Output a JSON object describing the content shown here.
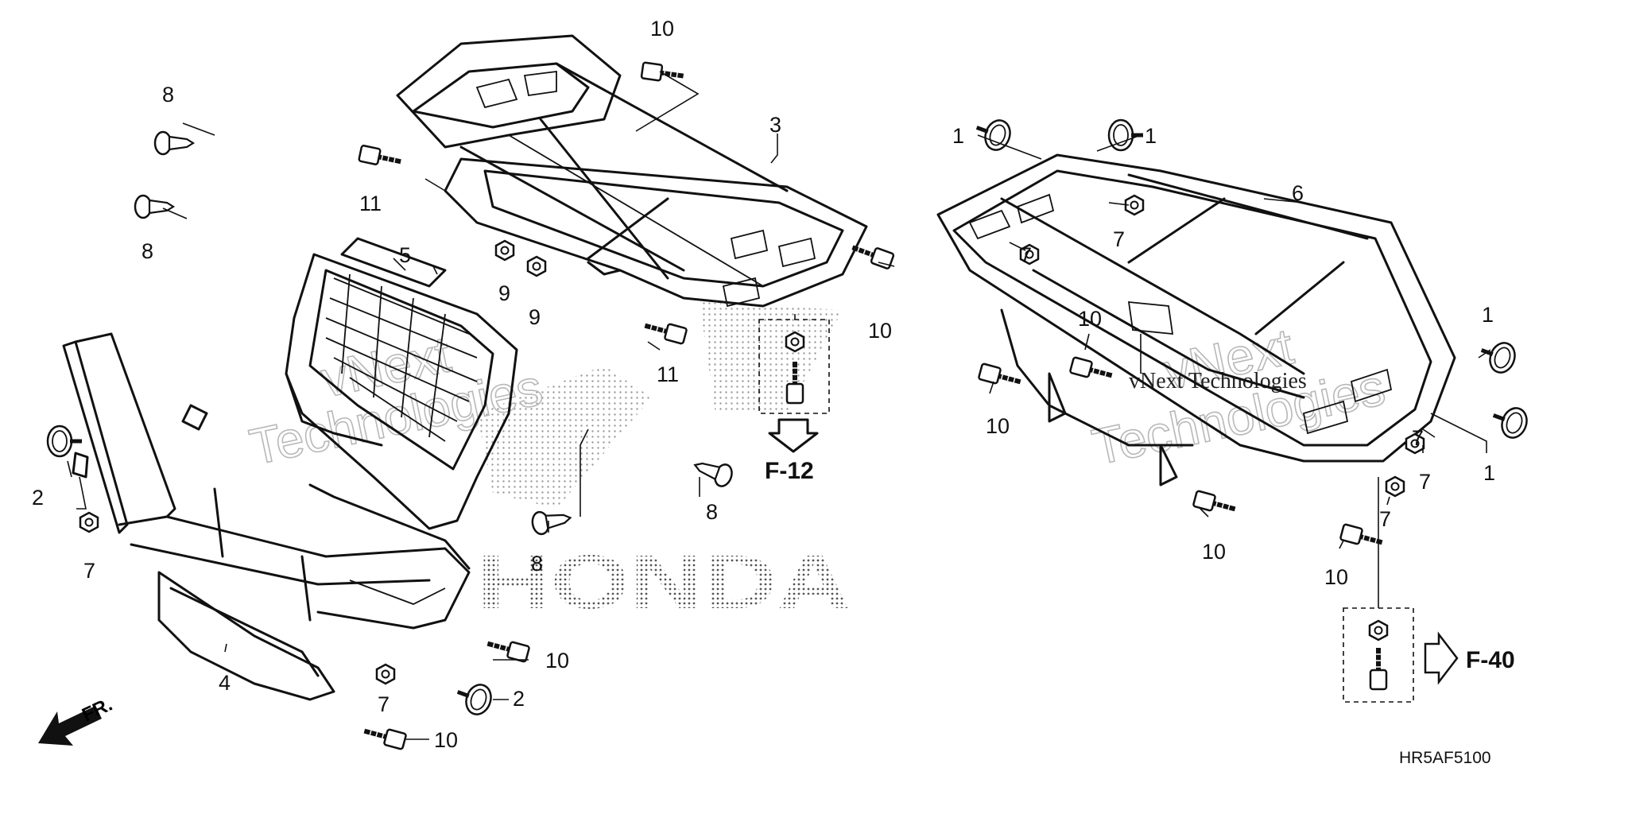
{
  "diagram_code": "HR5AF5100",
  "direction_label": "FR.",
  "brand_mark": "HONDA",
  "references": {
    "left": "F-12",
    "right": "F-40"
  },
  "watermark": {
    "line1": "vNext",
    "line2": "Technologies",
    "inline": "vNext Technologies"
  },
  "callouts": [
    {
      "id": "c1a",
      "text": "1"
    },
    {
      "id": "c1b",
      "text": "1"
    },
    {
      "id": "c1c",
      "text": "1"
    },
    {
      "id": "c1d",
      "text": "1"
    },
    {
      "id": "c2a",
      "text": "2"
    },
    {
      "id": "c2b",
      "text": "2"
    },
    {
      "id": "c3",
      "text": "3"
    },
    {
      "id": "c4",
      "text": "4"
    },
    {
      "id": "c5",
      "text": "5"
    },
    {
      "id": "c6",
      "text": "6"
    },
    {
      "id": "c7a",
      "text": "7"
    },
    {
      "id": "c7b",
      "text": "7"
    },
    {
      "id": "c7c",
      "text": "7"
    },
    {
      "id": "c7d",
      "text": "7"
    },
    {
      "id": "c7e",
      "text": "7"
    },
    {
      "id": "c7f",
      "text": "7"
    },
    {
      "id": "c7g",
      "text": "7"
    },
    {
      "id": "c8a",
      "text": "8"
    },
    {
      "id": "c8b",
      "text": "8"
    },
    {
      "id": "c8c",
      "text": "8"
    },
    {
      "id": "c8d",
      "text": "8"
    },
    {
      "id": "c9a",
      "text": "9"
    },
    {
      "id": "c9b",
      "text": "9"
    },
    {
      "id": "c10a",
      "text": "10"
    },
    {
      "id": "c10b",
      "text": "10"
    },
    {
      "id": "c10c",
      "text": "10"
    },
    {
      "id": "c10d",
      "text": "10"
    },
    {
      "id": "c10e",
      "text": "10"
    },
    {
      "id": "c10f",
      "text": "10"
    },
    {
      "id": "c10g",
      "text": "10"
    },
    {
      "id": "c10h",
      "text": "10"
    },
    {
      "id": "c11a",
      "text": "11"
    },
    {
      "id": "c11b",
      "text": "11"
    }
  ]
}
